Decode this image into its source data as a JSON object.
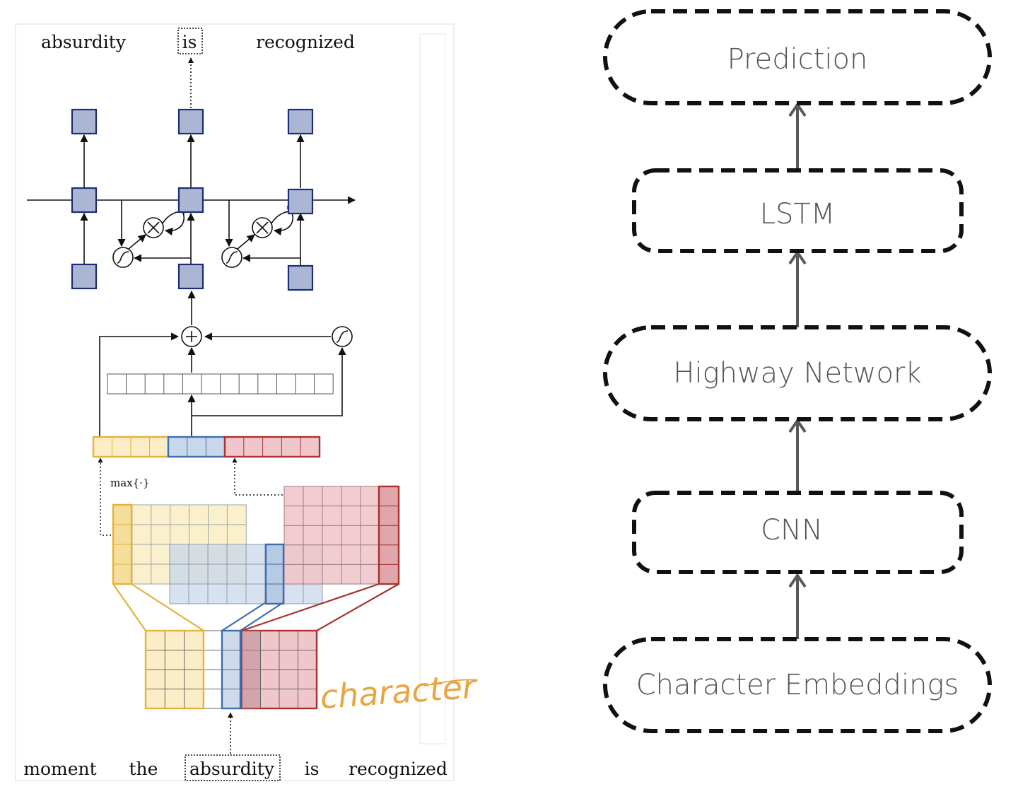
{
  "left_figure": {
    "top_words": [
      "absurdity",
      "is",
      "recognized"
    ],
    "bottom_words": [
      "moment",
      "the",
      "absurdity",
      "is",
      "recognized"
    ],
    "max_label": "max{·}",
    "handwritten_note": "character"
  },
  "flowchart": {
    "nodes": [
      {
        "id": "prediction",
        "label": "Prediction"
      },
      {
        "id": "lstm",
        "label": "LSTM"
      },
      {
        "id": "highway",
        "label": "Highway Network"
      },
      {
        "id": "cnn",
        "label": "CNN"
      },
      {
        "id": "char-emb",
        "label": "Character Embeddings"
      }
    ],
    "edges": [
      {
        "from": "char-emb",
        "to": "cnn"
      },
      {
        "from": "cnn",
        "to": "highway"
      },
      {
        "from": "highway",
        "to": "lstm"
      },
      {
        "from": "lstm",
        "to": "prediction"
      }
    ]
  },
  "colors": {
    "lstm_cell_fill": "#aab6d3",
    "lstm_cell_stroke": "#1c2d78",
    "yellow_fill": "#fbeec6",
    "yellow_stroke": "#e5b23a",
    "blue_fill": "#c9d7ea",
    "blue_stroke": "#3d6fae",
    "red_fill": "#efc6cb",
    "red_stroke": "#a8332f",
    "handwriting": "#e9a640",
    "flow_arrow": "#595959",
    "flow_text": "#555555"
  }
}
